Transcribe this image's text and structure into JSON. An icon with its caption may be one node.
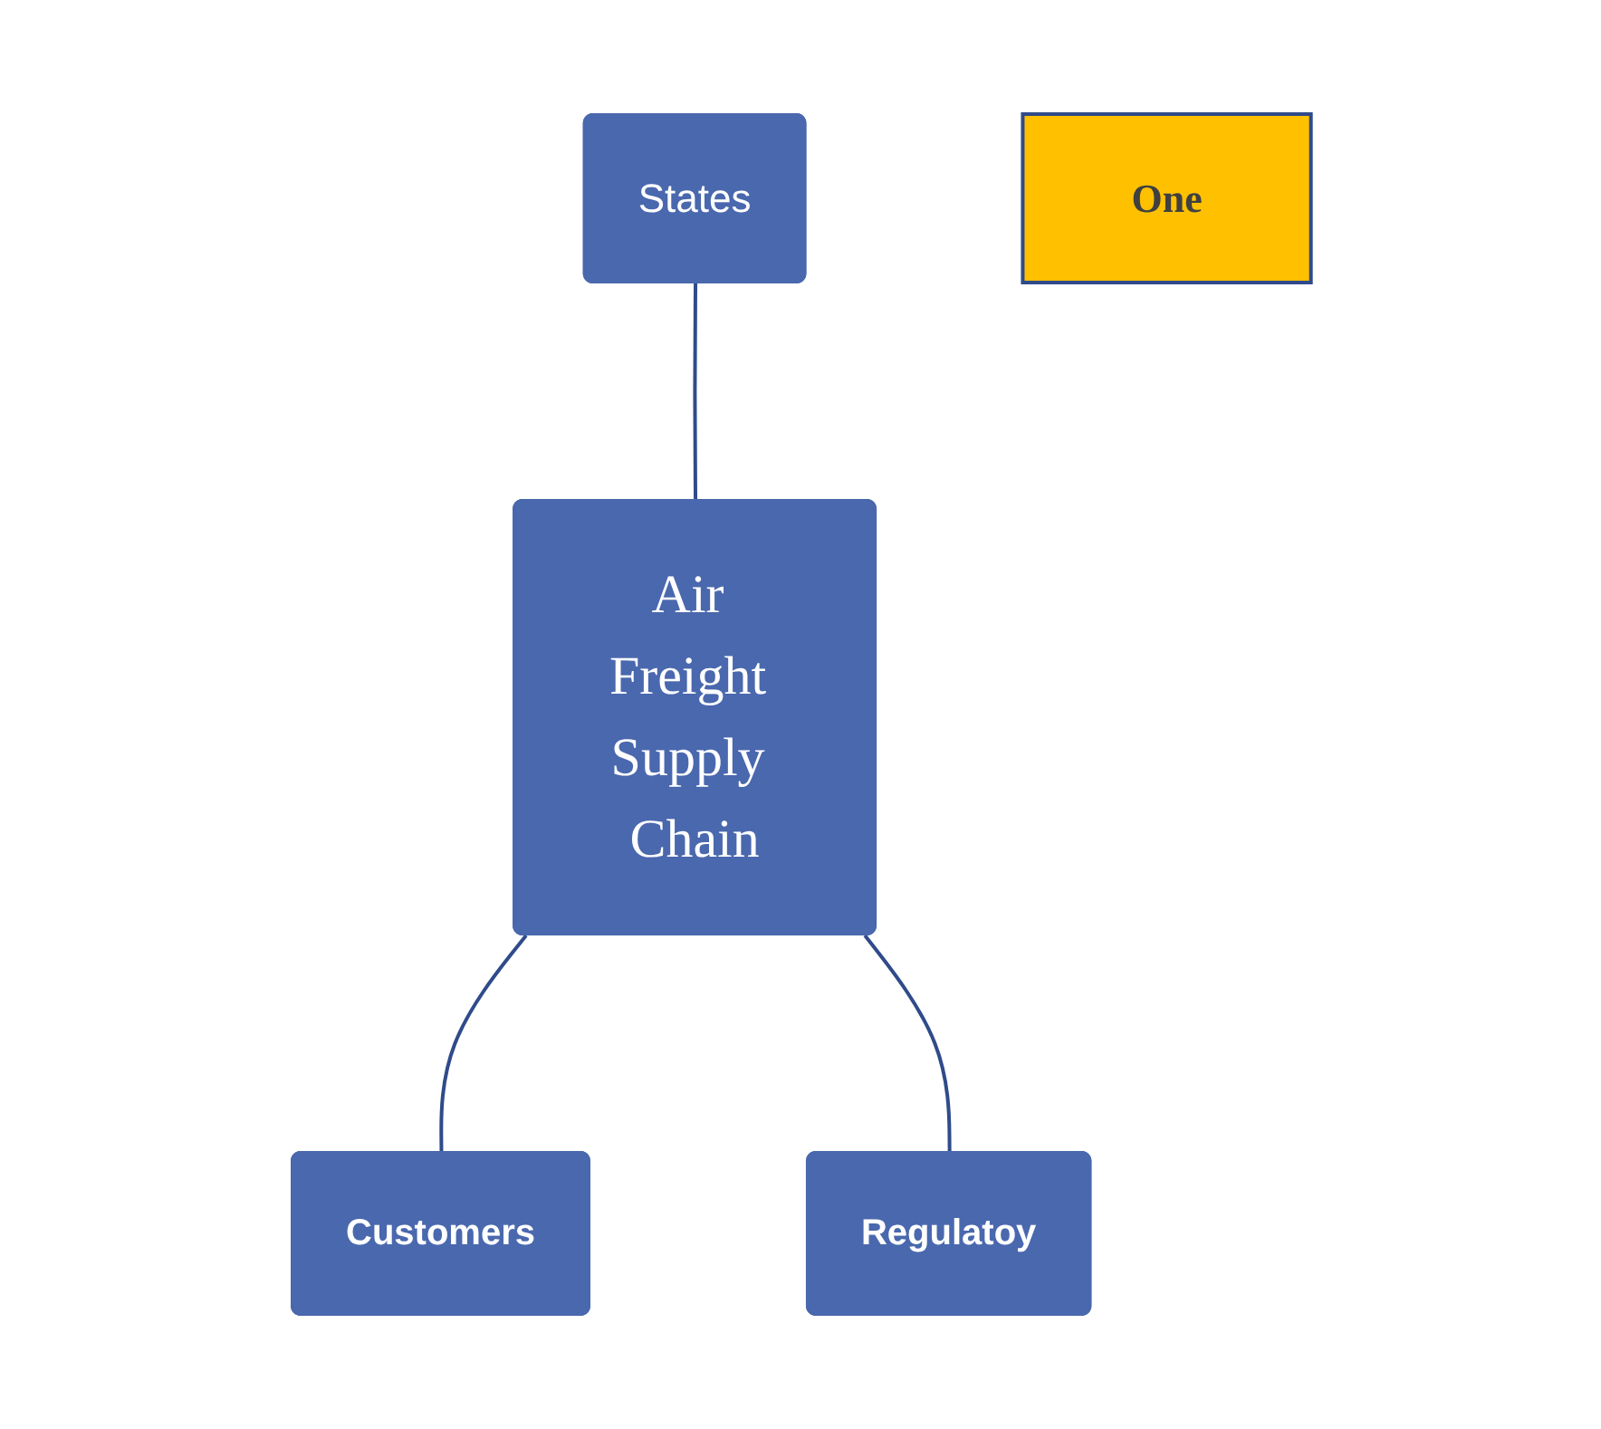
{
  "diagram": {
    "nodes": [
      {
        "text": [
          "States"
        ]
      },
      {
        "text": [
          "One"
        ]
      },
      {
        "text": [
          "Air Freight Supply Chain"
        ]
      },
      {
        "text": [
          "Customers"
        ]
      },
      {
        "text": [
          "Regulatoy"
        ]
      }
    ],
    "edges": [
      {
        "from": 0,
        "to": 2,
        "arrow": "none"
      },
      {
        "from": 2,
        "to": 3,
        "arrow": "none"
      },
      {
        "from": 2,
        "to": 4,
        "arrow": "none"
      }
    ]
  }
}
